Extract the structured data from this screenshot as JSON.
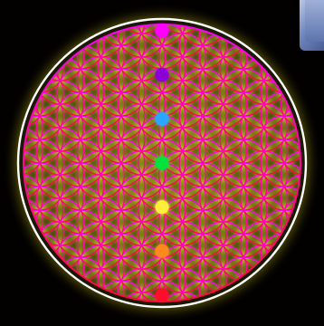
{
  "image": {
    "subject": "flower-of-life",
    "colors": {
      "background": "#020100",
      "glow": "#e8e02a",
      "outer_ring": "#ffffff",
      "line_top": "#ff00ff",
      "line_bottom": "#ff0a3c"
    },
    "chakra_dots": [
      {
        "name": "crown",
        "color": "#ff00ff"
      },
      {
        "name": "third-eye",
        "color": "#8a00d6"
      },
      {
        "name": "throat",
        "color": "#2aa6ff"
      },
      {
        "name": "heart",
        "color": "#00e43c"
      },
      {
        "name": "solar-plexus",
        "color": "#ffef3a"
      },
      {
        "name": "sacral",
        "color": "#ff8a1e"
      },
      {
        "name": "root",
        "color": "#ff0a2a"
      }
    ]
  }
}
